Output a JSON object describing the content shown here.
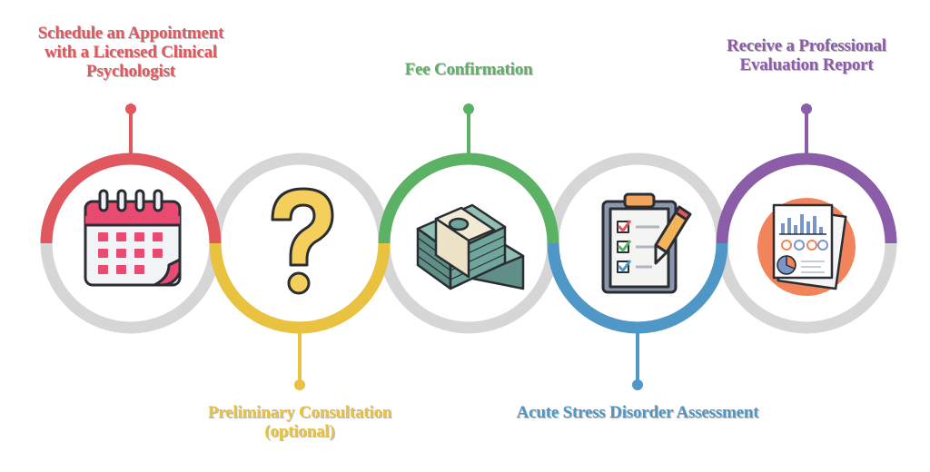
{
  "steps": [
    {
      "id": "schedule",
      "lines": [
        "Schedule an Appointment",
        "with a Licensed Clinical",
        "Psychologist"
      ],
      "color": "#e0575d",
      "icon": "calendar-icon"
    },
    {
      "id": "consultation",
      "lines": [
        "Preliminary Consultation",
        "(optional)"
      ],
      "color": "#e9c23f",
      "icon": "question-mark-icon"
    },
    {
      "id": "fee",
      "lines": [
        "Fee Confirmation"
      ],
      "color": "#5cb264",
      "icon": "money-stack-icon"
    },
    {
      "id": "assessment",
      "lines": [
        "Acute Stress Disorder Assessment"
      ],
      "color": "#4f97c6",
      "icon": "checklist-clipboard-icon"
    },
    {
      "id": "report",
      "lines": [
        "Receive a Professional",
        "Evaluation Report"
      ],
      "color": "#8b5ca8",
      "icon": "report-chart-icon"
    }
  ],
  "ring_color": "#d6d6d6"
}
